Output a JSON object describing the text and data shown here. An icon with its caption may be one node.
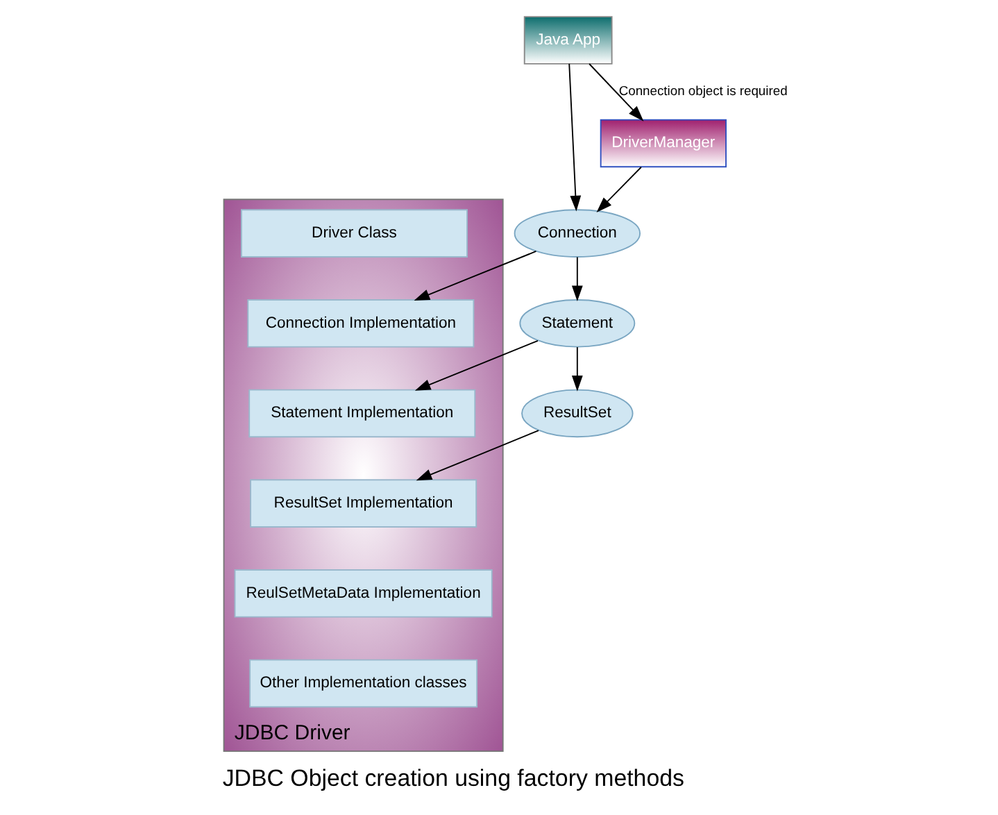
{
  "diagram": {
    "caption": "JDBC Object creation using factory methods",
    "nodes": [
      {
        "text": [
          "Java App"
        ]
      },
      {
        "text": [
          "DriverManager"
        ]
      },
      {
        "text": [
          "Connection"
        ]
      },
      {
        "text": [
          "Statement"
        ]
      },
      {
        "text": [
          "ResultSet"
        ]
      },
      {
        "text": [
          "JDBC Driver"
        ]
      },
      {
        "text": [
          "Driver Class"
        ],
        "in": 5
      },
      {
        "text": [
          "Connection Implementation"
        ],
        "in": 5
      },
      {
        "text": [
          "Statement Implementation"
        ],
        "in": 5
      },
      {
        "text": [
          "ResultSet Implementation"
        ],
        "in": 5
      },
      {
        "text": [
          "ReulSetMetaData Implementation"
        ],
        "in": 5
      },
      {
        "text": [
          "Other Implementation classes"
        ],
        "in": 5
      }
    ],
    "edges": [
      {
        "from": 0,
        "to": 1,
        "arrow": "to",
        "label": "Connection object is required"
      },
      {
        "from": 0,
        "to": 2,
        "arrow": "to"
      },
      {
        "from": 1,
        "to": 2,
        "arrow": "to"
      },
      {
        "from": 2,
        "to": 3,
        "arrow": "to"
      },
      {
        "from": 3,
        "to": 4,
        "arrow": "to"
      },
      {
        "from": 2,
        "to": 7,
        "arrow": "to"
      },
      {
        "from": 3,
        "to": 8,
        "arrow": "to"
      },
      {
        "from": 4,
        "to": 9,
        "arrow": "to"
      }
    ]
  }
}
